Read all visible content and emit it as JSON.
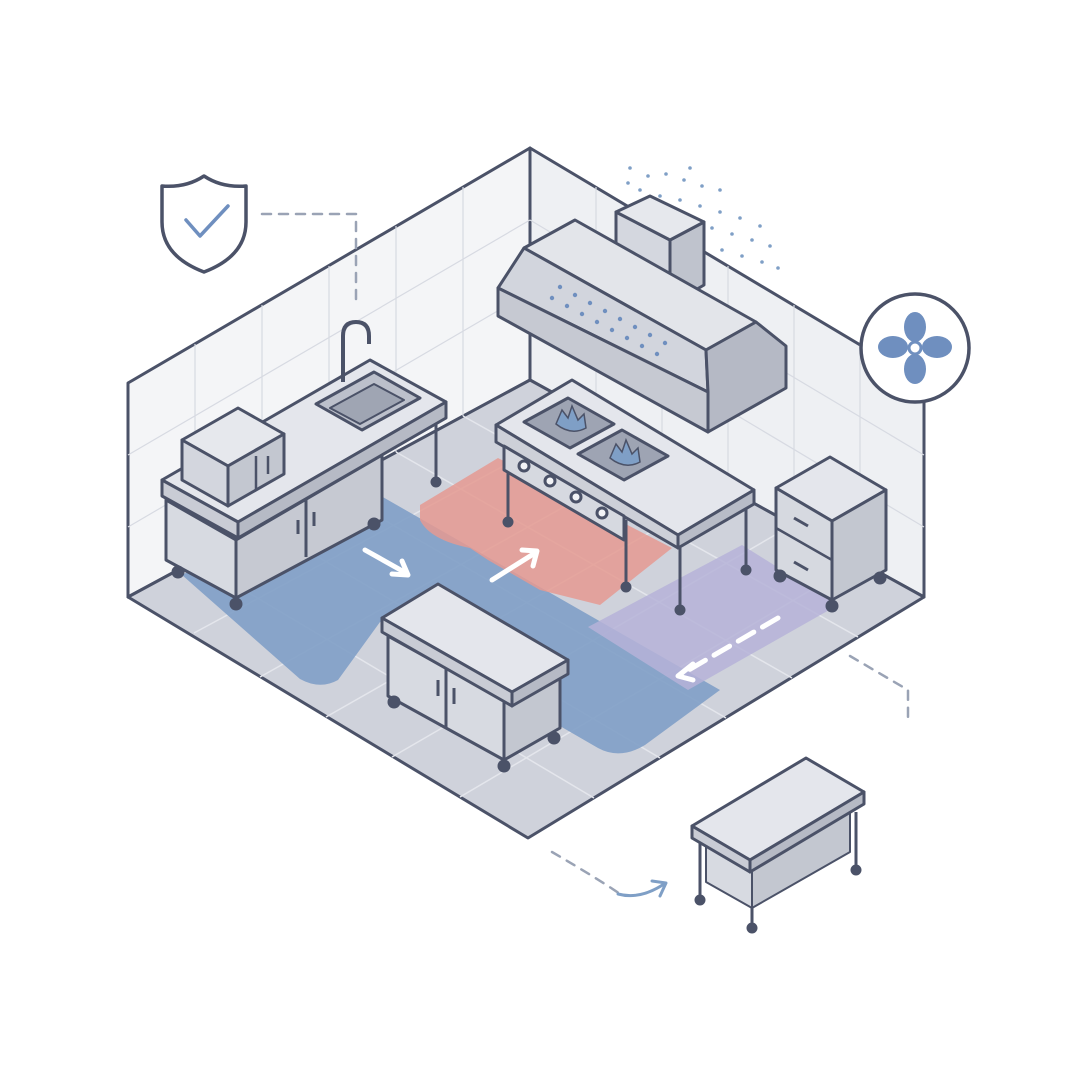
{
  "palette": {
    "outline": "#4b5268",
    "wall_fill": "#f1f2f5",
    "floor_fill": "#c9ccd6",
    "steel_light": "#e3e4ea",
    "steel_mid": "#cdd0d8",
    "steel_dark": "#b4b8c4",
    "zone_blue": "#7f9fc6",
    "zone_red": "#e59a92",
    "zone_purple": "#b6b3d8",
    "accent_blue": "#6f8fbf",
    "flow_arrow": "#ffffff",
    "connector": "#9aa3b5"
  },
  "icons": {
    "safety": "shield-check-icon",
    "ventilation": "fan-icon",
    "relocation": "curved-arrow-icon"
  },
  "zones": [
    "wash-and-prep-zone",
    "cooking-zone",
    "storage-zone"
  ]
}
